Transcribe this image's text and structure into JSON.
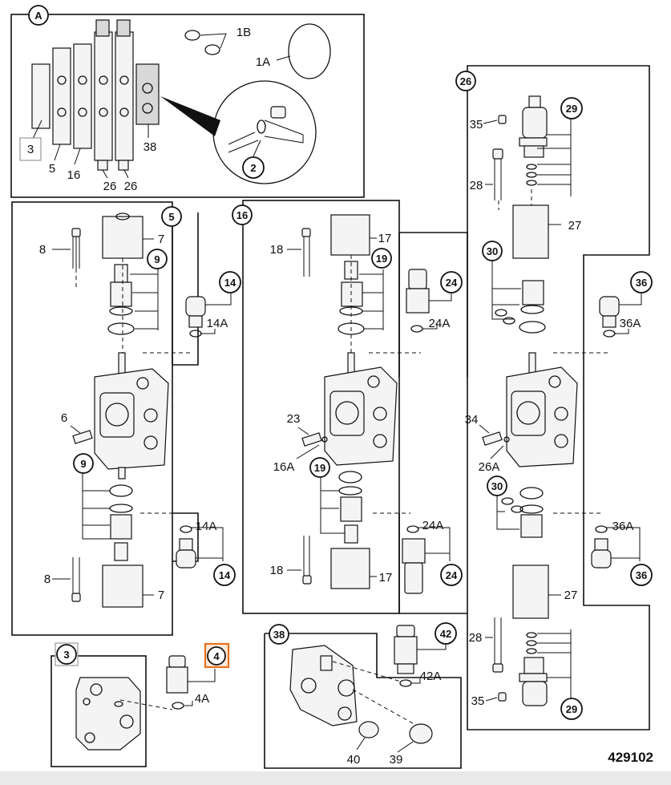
{
  "drawing_number": "429102",
  "views": {
    "A": {
      "title": "A",
      "labels": {
        "l3": "3",
        "l5": "5",
        "l16": "16",
        "l26a": "26",
        "l26b": "26",
        "l38": "38",
        "l1A": "1A",
        "l1B": "1B",
        "l2": "2"
      }
    },
    "v5": {
      "title": "5",
      "labels": {
        "l8a": "8",
        "l7a": "7",
        "l9a": "9",
        "l14a": "14",
        "l14Aa": "14A",
        "l6": "6",
        "l9b": "9",
        "l14Ab": "14A",
        "l14b": "14",
        "l8b": "8",
        "l7b": "7"
      }
    },
    "v16": {
      "title": "16",
      "labels": {
        "l18a": "18",
        "l17a": "17",
        "l19a": "19",
        "l24a": "24",
        "l24Aa": "24A",
        "l23": "23",
        "l16A": "16A",
        "l19b": "19",
        "l24Ab": "24A",
        "l24b": "24",
        "l18b": "18",
        "l17b": "17"
      }
    },
    "v26": {
      "title": "26",
      "labels": {
        "l35a": "35",
        "l29a": "29",
        "l28a": "28",
        "l27a": "27",
        "l30a": "30",
        "l36a": "36",
        "l36Aa": "36A",
        "l34": "34",
        "l26A": "26A",
        "l30b": "30",
        "l36Ab": "36A",
        "l36b": "36",
        "l27b": "27",
        "l28b": "28",
        "l35b": "35",
        "l29b": "29"
      }
    },
    "v3": {
      "title": "3",
      "labels": {
        "l4": "4",
        "l4A": "4A"
      }
    },
    "v38": {
      "title": "38",
      "labels": {
        "l42": "42",
        "l42A": "42A",
        "l40": "40",
        "l39": "39"
      }
    }
  },
  "colors": {
    "highlight": "#e8701d",
    "highlight_fill": "#fde8d9",
    "line": "#111111"
  }
}
